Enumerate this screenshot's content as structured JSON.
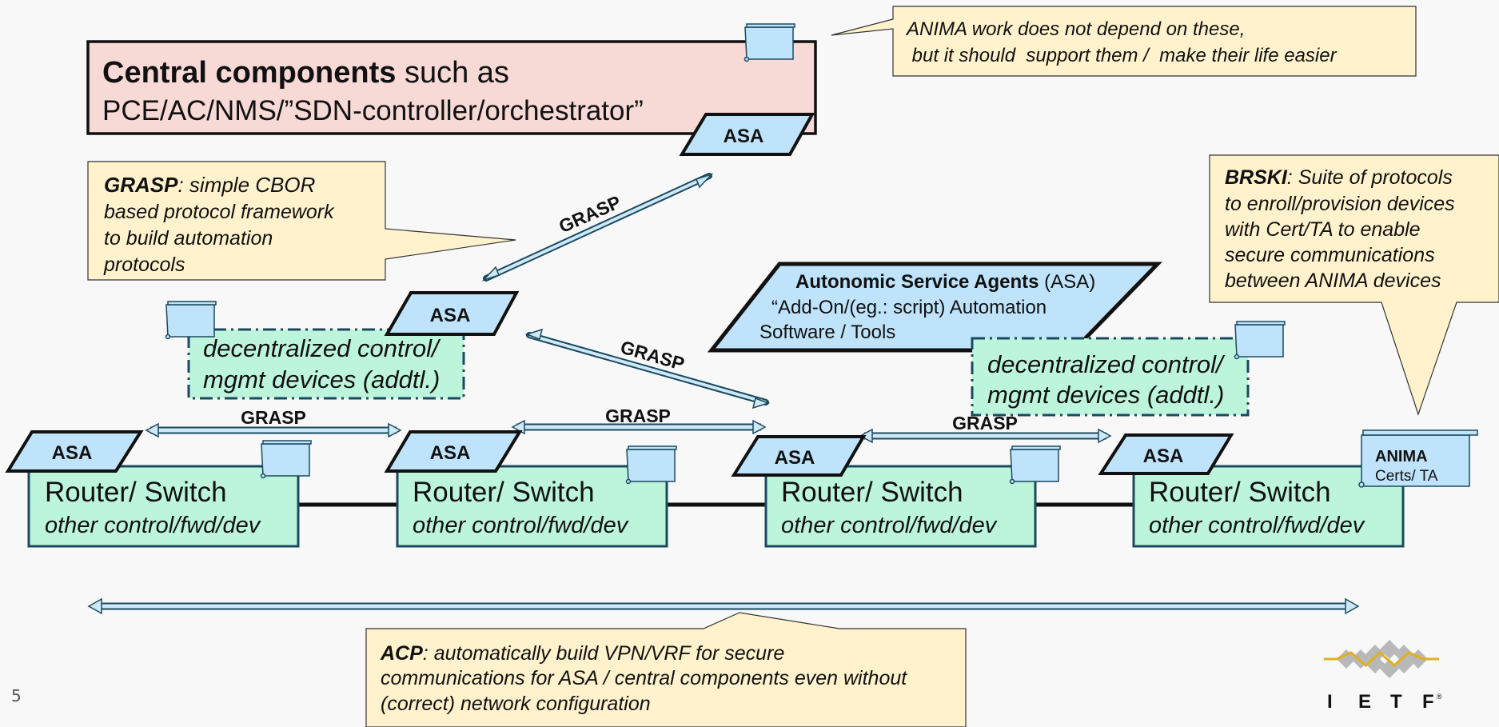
{
  "slide_number": "5",
  "colors": {
    "router_fill": "#bdf5dc",
    "router_stroke": "#1b4a5e",
    "asa_fill": "#bfe3fb",
    "callout_fill": "#fff2cc",
    "central_fill": "#f7d9d6",
    "grasp_arrow_fill": "#cfe8f8",
    "logo_gold": "#e0b020",
    "logo_gray": "#b8b8b8"
  },
  "central": {
    "bold": "Central components",
    "rest": " such as",
    "line2": "PCE/AC/NMS/”SDN-controller/orchestrator”"
  },
  "top_callout": {
    "line1": "ANIMA work does not depend on these,",
    "line2": " but it should  support them /  make their life easier"
  },
  "grasp_callout": {
    "term": "GRASP",
    "line1_rest": ": simple CBOR",
    "line2": "based protocol framework",
    "line3": "to build automation",
    "line4": "protocols"
  },
  "brski_callout": {
    "term": "BRSKI",
    "line1_rest": ": Suite of protocols",
    "line2": "to enroll/provision devices",
    "line3": "with Cert/TA to enable",
    "line4": "secure communications",
    "line5": "between ANIMA devices"
  },
  "asa_banner": {
    "bold": "Autonomic Service Agents",
    "rest": " (ASA)",
    "line2": "“Add-On/(eg.: script) Automation",
    "line3": "Software / Tools"
  },
  "decentral": {
    "line1": "decentralized control/",
    "line2": "mgmt devices (addtl.)"
  },
  "asa_label": "ASA",
  "grasp_label": "GRASP",
  "router": {
    "title": "Router/ Switch",
    "subtitle": "other control/fwd/dev"
  },
  "anima_cert": {
    "title": "ANIMA",
    "subtitle": "Certs/ TA"
  },
  "acp_callout": {
    "term": "ACP",
    "line1_rest": ": automatically build VPN/VRF for secure",
    "line2": "communications for ASA / central components even without",
    "line3": "(correct) network configuration"
  },
  "logo": {
    "letters": [
      "I",
      "E",
      "T",
      "F"
    ],
    "mark": "®"
  }
}
